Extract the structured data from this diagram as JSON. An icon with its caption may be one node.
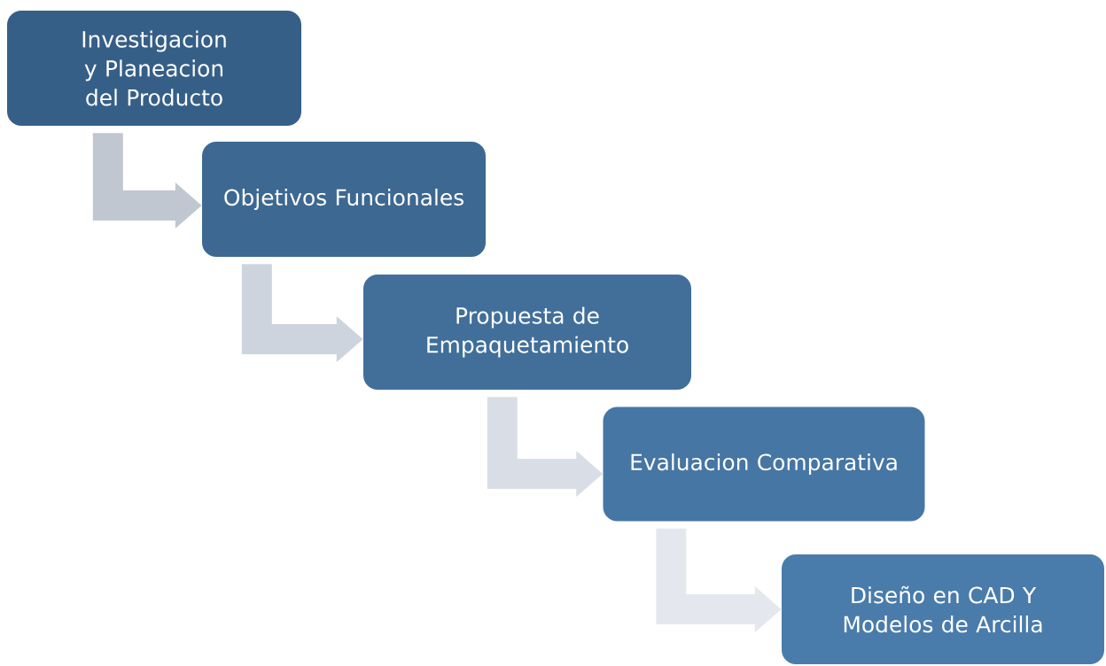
{
  "diagram": {
    "nodes": [
      {
        "text": [
          "Investigacion y Planeacion del Producto"
        ]
      },
      {
        "text": [
          "Objetivos Funcionales"
        ]
      },
      {
        "text": [
          "Propuesta de Empaquetamiento"
        ]
      },
      {
        "text": [
          "Evaluacion Comparativa"
        ]
      },
      {
        "text": [
          "Diseño en CAD Y Modelos de Arcilla"
        ]
      }
    ],
    "edges": [
      {
        "from": 0,
        "to": 1,
        "arrow": "to",
        "color": "#c0c7d1"
      },
      {
        "from": 1,
        "to": 2,
        "arrow": "to",
        "color": "#ced4dd"
      },
      {
        "from": 2,
        "to": 3,
        "arrow": "to",
        "color": "#d9dee6"
      },
      {
        "from": 3,
        "to": 4,
        "arrow": "to",
        "color": "#e4e8ee"
      }
    ]
  }
}
